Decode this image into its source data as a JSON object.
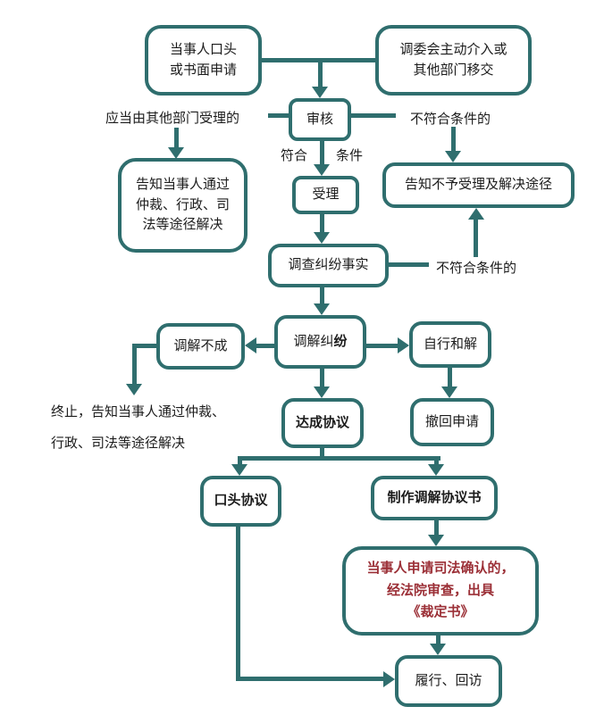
{
  "colors": {
    "line": "#2F6E6E",
    "text": "#1C1C1C",
    "highlight": "#9B2F36"
  },
  "nodes": {
    "apply": "当事人口头\n或书面申请",
    "committee": "调委会主动介入或\n其他部门移交",
    "review": "审核",
    "inform_party": "告知当事人通过\n仲裁、行政、司\n法等途径解决",
    "accept": "受理",
    "not_accept": "告知不予受理及解决途径",
    "investigate": "调查纠纷事实",
    "mediate_prefix": "调解纠",
    "mediate_suffix": "纷",
    "mediate_fail": "调解不成",
    "self_settle": "自行和解",
    "reach_agreement": "达成协议",
    "withdraw": "撤回申请",
    "oral_agreement": "口头协议",
    "written_agreement": "制作调解协议书",
    "judicial_confirm": "当事人申请司法确认的，\n经法院审查，出具\n《裁定书》",
    "perform": "履行、回访"
  },
  "labels": {
    "other_dept": "应当由其他部门受理的",
    "not_qualified_top": "不符合条件的",
    "comply": "符合",
    "condition": "条件",
    "not_qualified_mid": "不符合条件的",
    "terminate_line1": "终止，告知当事人通过仲裁、",
    "terminate_line2": "行政、司法等途径解决"
  }
}
